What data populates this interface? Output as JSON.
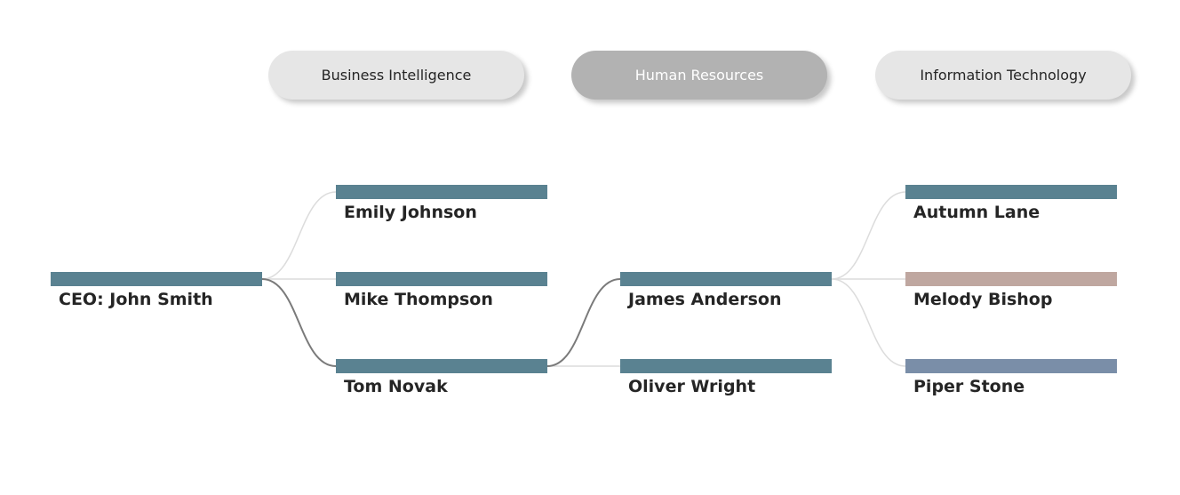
{
  "tabs": [
    {
      "label": "Business Intelligence",
      "active": false
    },
    {
      "label": "Human Resources",
      "active": true
    },
    {
      "label": "Information Technology",
      "active": false
    }
  ],
  "nodes": [
    {
      "id": "ceo",
      "label": "CEO: John Smith",
      "color": "#5a8291"
    },
    {
      "id": "emily",
      "label": "Emily Johnson",
      "color": "#5a8291"
    },
    {
      "id": "mike",
      "label": "Mike Thompson",
      "color": "#5a8291"
    },
    {
      "id": "tom",
      "label": "Tom Novak",
      "color": "#5a8291"
    },
    {
      "id": "james",
      "label": "James Anderson",
      "color": "#5a8291"
    },
    {
      "id": "oliver",
      "label": "Oliver Wright",
      "color": "#5a8291"
    },
    {
      "id": "autumn",
      "label": "Autumn Lane",
      "color": "#5a8291"
    },
    {
      "id": "melody",
      "label": "Melody Bishop",
      "color": "#bfa7a0"
    },
    {
      "id": "piper",
      "label": "Piper Stone",
      "color": "#7a8ea8"
    }
  ],
  "links": [
    {
      "from": "ceo",
      "to": "emily",
      "highlighted": false
    },
    {
      "from": "ceo",
      "to": "mike",
      "highlighted": false
    },
    {
      "from": "ceo",
      "to": "tom",
      "highlighted": true
    },
    {
      "from": "tom",
      "to": "james",
      "highlighted": true
    },
    {
      "from": "tom",
      "to": "oliver",
      "highlighted": false
    },
    {
      "from": "james",
      "to": "autumn",
      "highlighted": false
    },
    {
      "from": "james",
      "to": "melody",
      "highlighted": false
    },
    {
      "from": "james",
      "to": "piper",
      "highlighted": false
    }
  ],
  "colors": {
    "link_default": "#dcdcdc",
    "link_highlight": "#7a7a7a"
  }
}
